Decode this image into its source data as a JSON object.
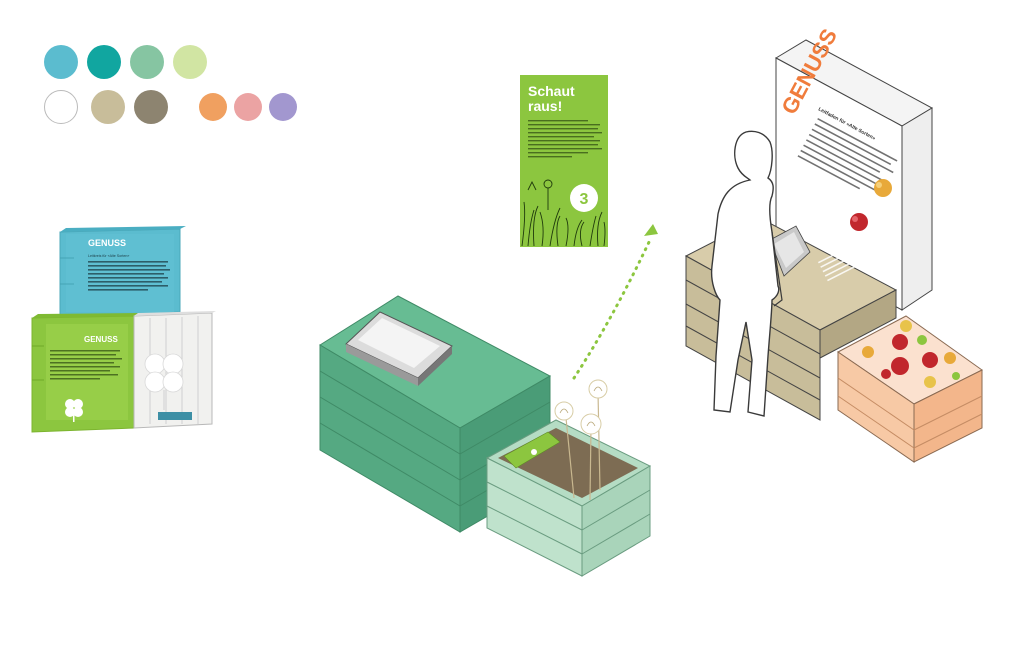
{
  "palette": {
    "row1": [
      "#5bbccf",
      "#11a6a0",
      "#86c5a2",
      "#d1e5a3"
    ],
    "row2": [
      "#ffffff",
      "#c8bd9a",
      "#8d8470"
    ],
    "row3": [
      "#f0a060",
      "#eba3a3",
      "#a297cf"
    ]
  },
  "crates": {
    "top_title": "GENUSS",
    "top_body": "Leitkreis für «Alte Sorten»",
    "lower_title": "GENUSS"
  },
  "poster": {
    "title_line1": "Schaut",
    "title_line2": "raus!",
    "number": "3",
    "color": "#8cc63f"
  },
  "display": {
    "vertical_title": "GENUSS",
    "panel_heading": "Leitfaden für «Alte Sorten»",
    "accent": "#f07c3c"
  }
}
